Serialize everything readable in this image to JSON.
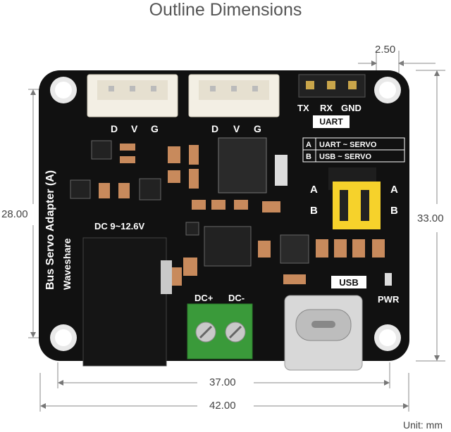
{
  "title": "Outline Dimensions",
  "unit_label": "Unit: mm",
  "dimensions": {
    "pin_pitch": "2.50",
    "height_inner": "28.00",
    "height_outer": "33.00",
    "width_inner": "37.00",
    "width_outer": "42.00"
  },
  "board": {
    "left_connector_labels": [
      "D",
      "V",
      "G"
    ],
    "right_connector_labels": [
      "D",
      "V",
      "G"
    ],
    "uart_pins": [
      "TX",
      "RX",
      "GND"
    ],
    "uart_label": "UART",
    "mode_table": [
      {
        "key": "A",
        "value": "UART ~ SERVO"
      },
      {
        "key": "B",
        "value": "USB ~ SERVO"
      }
    ],
    "jumper_left": [
      "A",
      "B"
    ],
    "jumper_right": [
      "A",
      "B"
    ],
    "side_text_1": "Bus Servo Adapter (A)",
    "side_text_2": "Waveshare",
    "dc_label": "DC 9~12.6V",
    "terminal_plus": "DC+",
    "terminal_minus": "DC-",
    "usb_label": "USB",
    "pwr_label": "PWR"
  },
  "colors": {
    "pcb": "#111111",
    "connector": "#f3efe4",
    "jumper": "#f6d22b",
    "terminal": "#3a9a3a",
    "dim_line": "#777777"
  }
}
